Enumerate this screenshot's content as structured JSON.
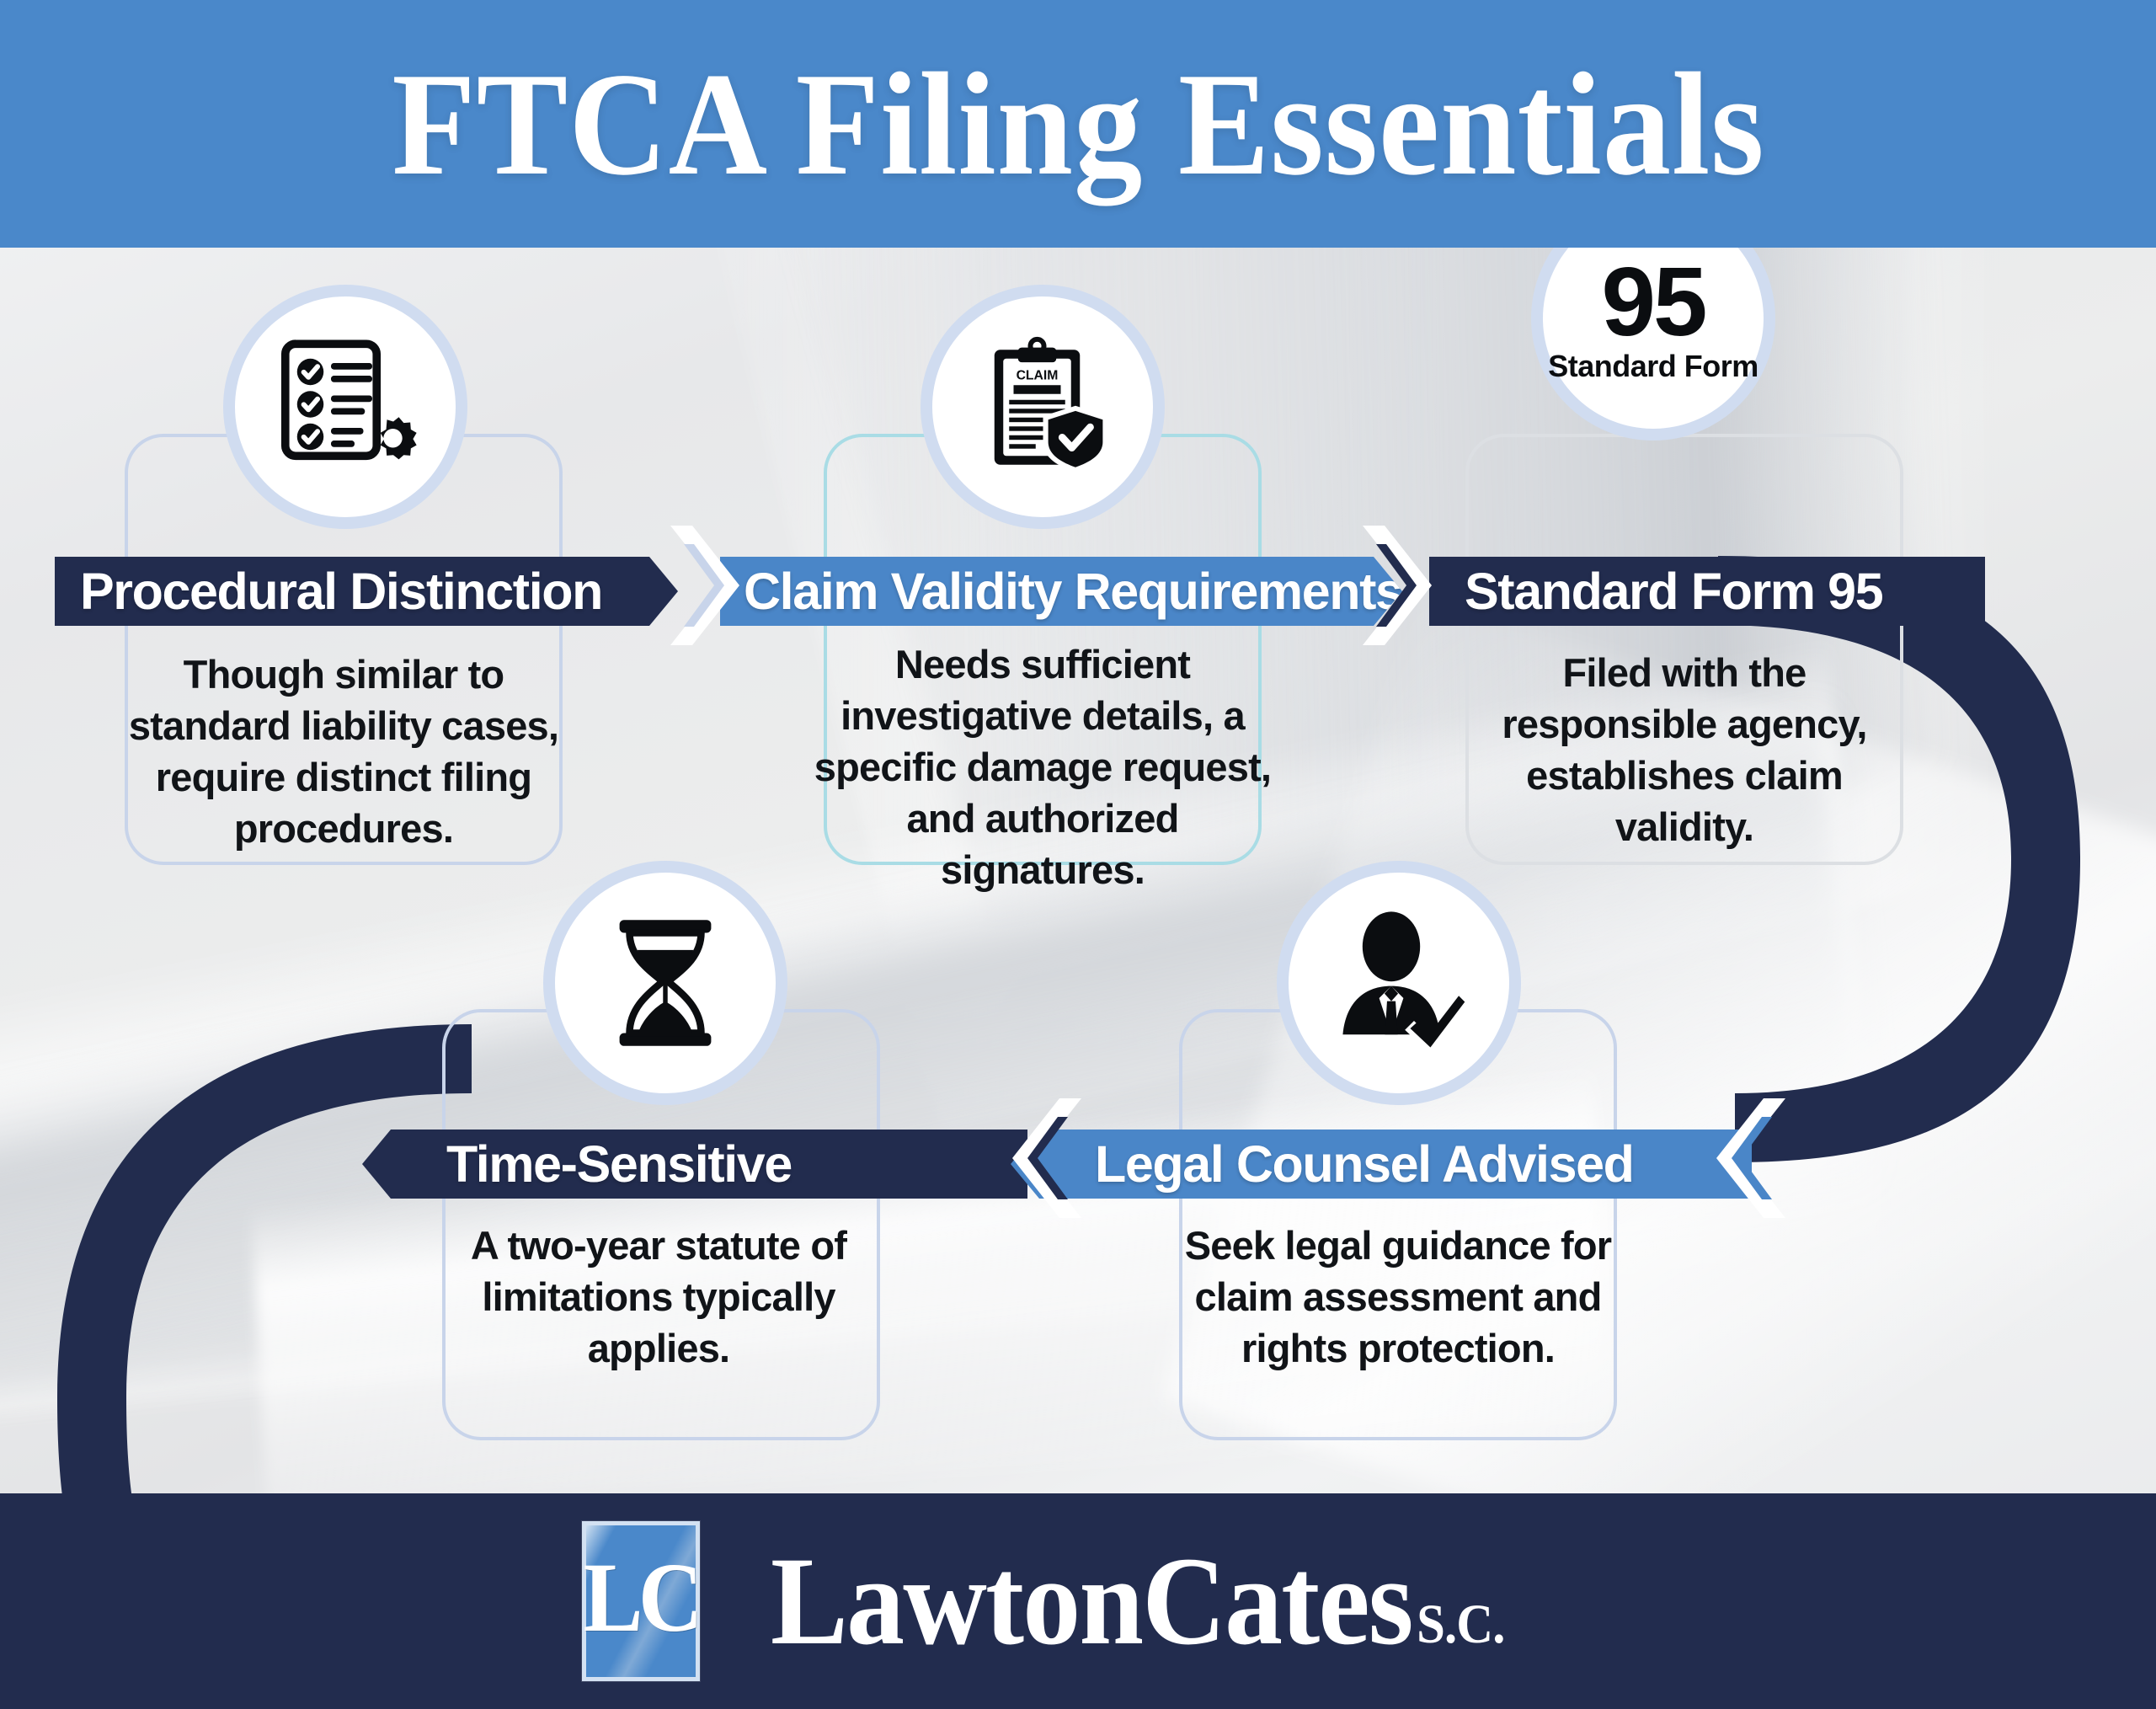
{
  "header": {
    "title": "FTCA Filing Essentials",
    "bg_color": "#4a88ca",
    "text_color": "#ffffff"
  },
  "theme": {
    "navy": "#222c4e",
    "blue": "#4a86c8",
    "card_border": "#c8d4ea",
    "card_border_teal": "#a9dce5",
    "bubble_ring": "#d0dcf0",
    "body_text": "#111418"
  },
  "steps": [
    {
      "index": "1",
      "title": "Procedural Distinction",
      "body": "Though similar to standard liability cases, require distinct filing procedures.",
      "icon": "checklist-gear-icon",
      "banner_color": "#222c4e",
      "border_color": "#c8d4ea"
    },
    {
      "index": "2",
      "title": "Claim Validity Requirements",
      "body": "Needs sufficient investigative details, a specific damage request, and authorized signatures.",
      "icon": "claim-clipboard-shield-icon",
      "icon_label": "CLAIM",
      "banner_color": "#4a86c8",
      "border_color": "#a9dce5"
    },
    {
      "index": "3",
      "title": "Standard Form 95",
      "body": "Filed with the responsible agency, establishes claim validity.",
      "icon": "standard-form-95-badge",
      "icon_number": "95",
      "icon_label": "Standard Form",
      "banner_color": "#222c4e",
      "border_color": "#dcdfe3"
    },
    {
      "index": "4",
      "title": "Time-Sensitive",
      "body": "A two-year statute of limitations typically applies.",
      "icon": "hourglass-icon",
      "banner_color": "#222c4e",
      "border_color": "#c8d4ea"
    },
    {
      "index": "5",
      "title": "Legal Counsel Advised",
      "body": "Seek legal guidance for claim assessment and rights protection.",
      "icon": "lawyer-check-icon",
      "banner_color": "#4a86c8",
      "border_color": "#c8d4ea"
    }
  ],
  "connectors": [
    {
      "name": "chevron-1-2",
      "direction": "right"
    },
    {
      "name": "chevron-2-3",
      "direction": "right"
    },
    {
      "name": "chevron-5-4",
      "direction": "left"
    },
    {
      "name": "chevron-ribbon-5",
      "direction": "left"
    }
  ],
  "footer": {
    "logo_mark": "LC",
    "logo_name": "LawtonCates",
    "logo_suffix": "S.C.",
    "bg_color": "#222c4e"
  }
}
